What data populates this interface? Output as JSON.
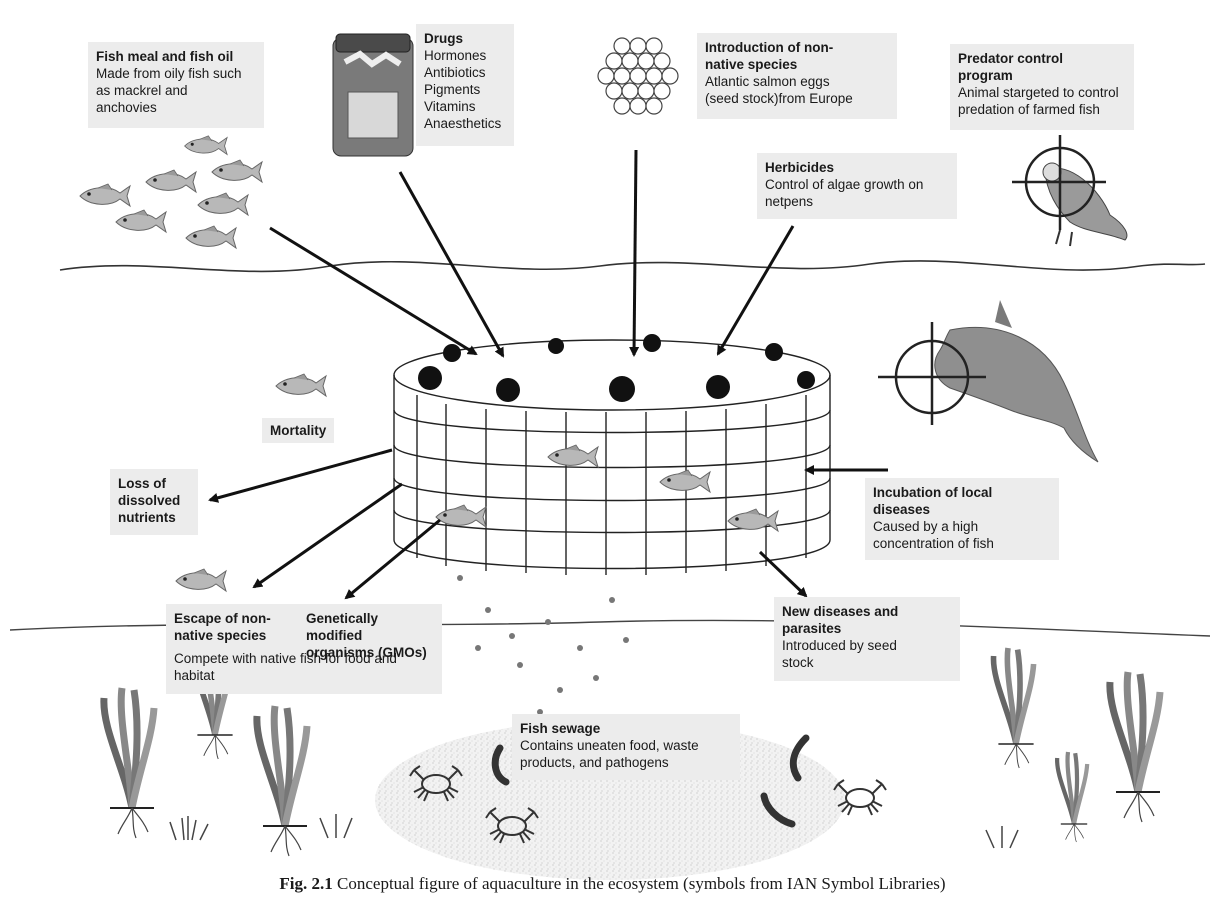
{
  "boxes": {
    "fish_meal": {
      "title": "Fish meal and fish oil",
      "body": "Made from oily fish such\nas mackrel and\nanchovies"
    },
    "drugs": {
      "title": "Drugs",
      "body": "Hormones\nAntibiotics\nPigments\nVitamins\nAnaesthetics"
    },
    "intro_species": {
      "title": "Introduction of non-\nnative species",
      "body": "Atlantic salmon eggs\n(seed stock)from Europe"
    },
    "predator": {
      "title": "Predator control\nprogram",
      "body": "Animal stargeted to control\npredation of farmed fish"
    },
    "herbicides": {
      "title": "Herbicides",
      "body": "Control of algae growth on\nnetpens"
    },
    "loss_nutrients": {
      "title": "Loss of\ndissolved\nnutrients",
      "body": ""
    },
    "incubation": {
      "title": "Incubation of local\ndiseases",
      "body": "Caused by a high\nconcentration of fish"
    },
    "escape": {
      "title": "Escape of non-\nnative species",
      "body": "Compete with native fish for food and\nhabitat"
    },
    "gmo": {
      "title": "Genetically modified\norganisms (GMOs)",
      "body": ""
    },
    "new_diseases": {
      "title": "New diseases and\nparasites",
      "body": "Introduced by seed\nstock"
    },
    "sewage": {
      "title": "Fish sewage",
      "body": "Contains uneaten food, waste\nproducts, and pathogens"
    }
  },
  "labels": {
    "mortality": "Mortality"
  },
  "caption": {
    "fig": "Fig. 2.1",
    "text": "Conceptual figure of aquaculture in the ecosystem (symbols from IAN Symbol Libraries)"
  },
  "icons": [
    "fish-school-icon",
    "drug-jar-icon",
    "salmon-eggs-icon",
    "eagle-target-icon",
    "dolphin-target-icon",
    "net-pen-icon",
    "crab-icon",
    "seagrass-icon",
    "worm-icon"
  ]
}
